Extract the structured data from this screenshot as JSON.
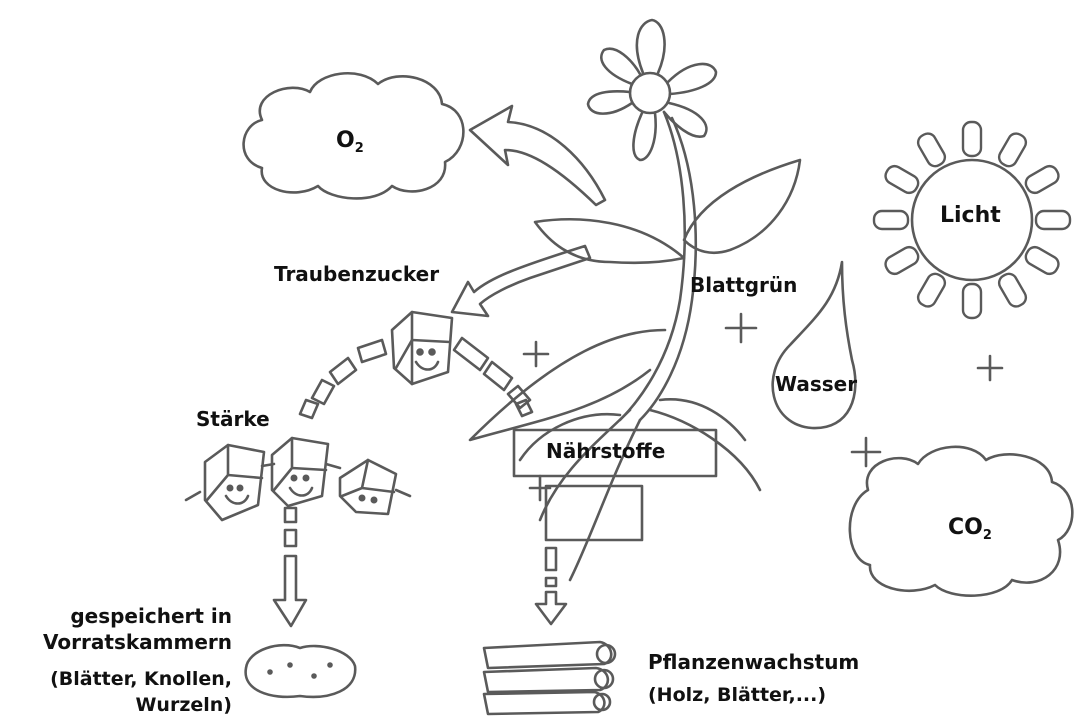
{
  "labels": {
    "o2_main": "O",
    "o2_sub": "2",
    "co2_main": "CO",
    "co2_sub": "2",
    "licht": "Licht",
    "blattgruen": "Blattgrün",
    "wasser": "Wasser",
    "traubenzucker": "Traubenzucker",
    "staerke": "Stärke",
    "naehrstoffe": "Nährstoffe",
    "gespeichert_line1": "gespeichert in",
    "gespeichert_line2": "Vorratskammern",
    "gespeichert_paren1": "(Blätter, Knollen,",
    "gespeichert_paren2": "Wurzeln)",
    "wachstum": "Pflanzenwachstum",
    "wachstum_paren": "(Holz, Blätter,...)"
  },
  "colors": {
    "line": "#5a5a5a",
    "text": "#111111",
    "background": "#ffffff"
  }
}
